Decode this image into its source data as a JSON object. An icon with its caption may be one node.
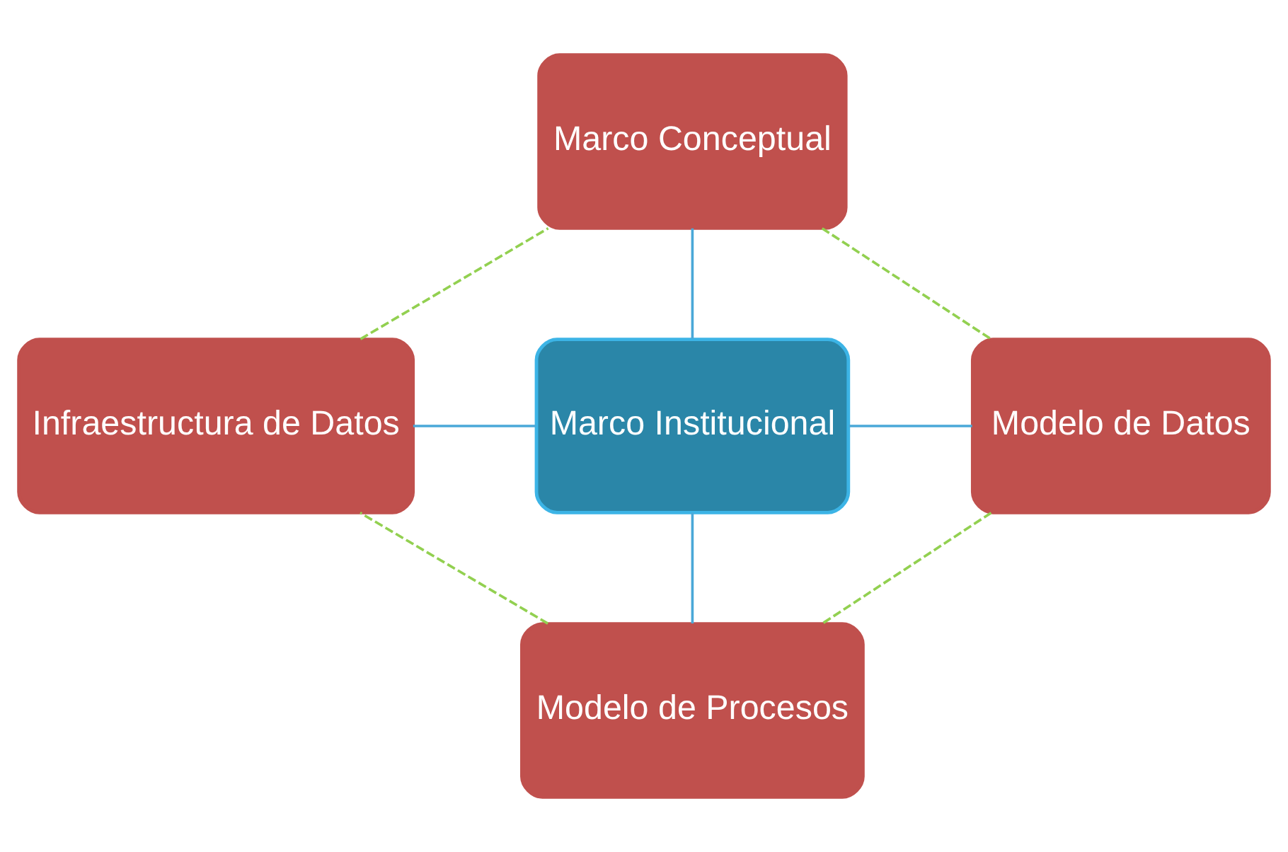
{
  "diagram": {
    "nodes": [
      {
        "text": [
          "Marco Conceptual"
        ]
      },
      {
        "text": [
          "Infraestructura de Datos"
        ]
      },
      {
        "text": [
          "Marco Institucional"
        ]
      },
      {
        "text": [
          "Modelo de Datos"
        ]
      },
      {
        "text": [
          "Modelo de Procesos"
        ]
      }
    ],
    "edges": [
      {
        "from": 0,
        "to": 2,
        "arrow": "none"
      },
      {
        "from": 1,
        "to": 2,
        "arrow": "none"
      },
      {
        "from": 2,
        "to": 3,
        "arrow": "none"
      },
      {
        "from": 2,
        "to": 4,
        "arrow": "none"
      },
      {
        "from": 0,
        "to": 3,
        "arrow": "none",
        "style": "dashed",
        "color": "#92d050"
      },
      {
        "from": 3,
        "to": 4,
        "arrow": "none",
        "style": "dashed",
        "color": "#92d050"
      },
      {
        "from": 4,
        "to": 1,
        "arrow": "none",
        "style": "dashed",
        "color": "#92d050"
      },
      {
        "from": 1,
        "to": 0,
        "arrow": "none",
        "style": "dashed",
        "color": "#92d050"
      }
    ]
  }
}
